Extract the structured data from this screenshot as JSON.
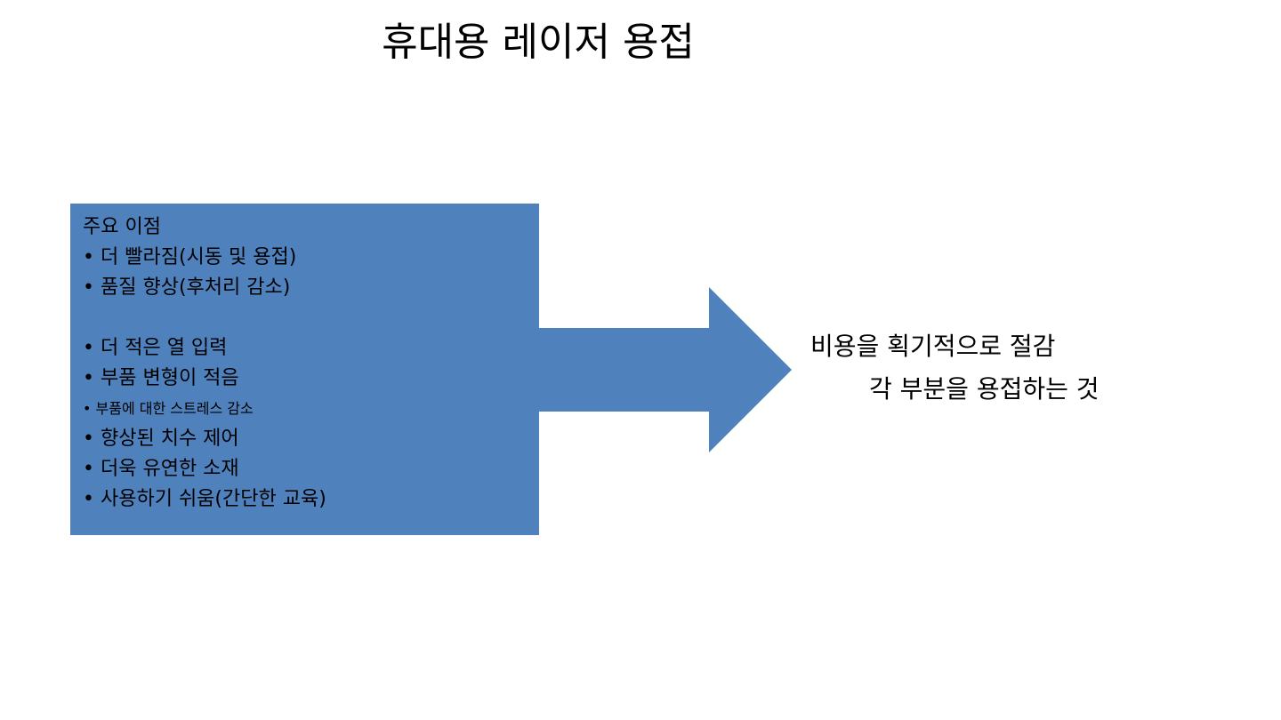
{
  "slide": {
    "title": "휴대용 레이저 용접"
  },
  "colors": {
    "accent": "#4f81bd",
    "background": "#ffffff",
    "text": "#000000"
  },
  "benefits": {
    "heading": "주요 이점",
    "group1": [
      "더 빨라짐(시동 및 용접)",
      "품질 향상(후처리 감소)"
    ],
    "group2": [
      "더 적은 열 입력",
      "부품 변형이 적음",
      "부품에 대한 스트레스 감소",
      "향상된 치수 제어",
      "더욱 유연한 소재",
      "사용하기 쉬움(간단한 교육)"
    ]
  },
  "result": {
    "line1": "비용을 획기적으로 절감",
    "line2": "각 부분을 용접하는 것"
  }
}
